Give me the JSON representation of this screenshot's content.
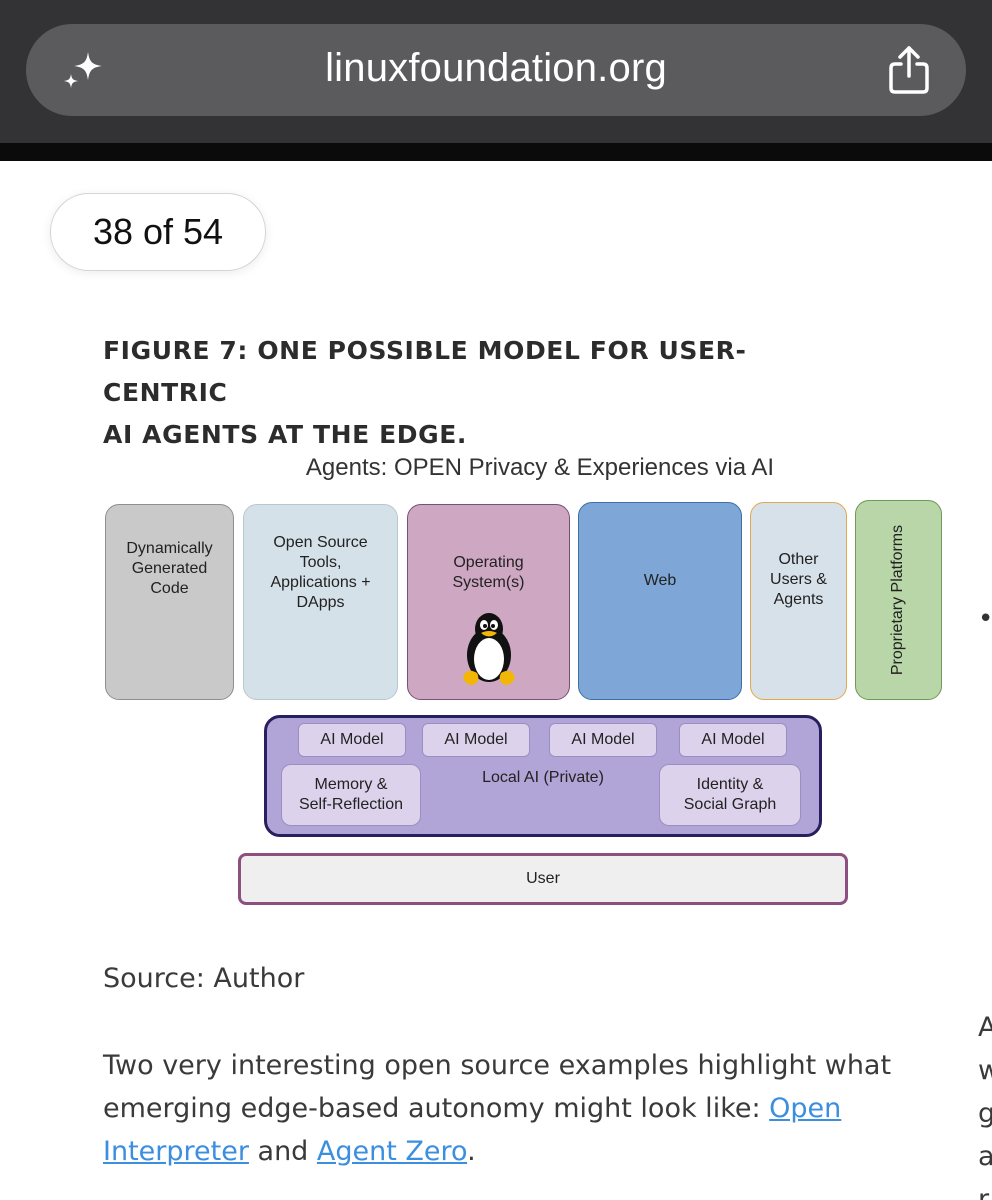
{
  "browser": {
    "url": "linuxfoundation.org",
    "left_icon": "sparkle-icon",
    "right_icon": "share-icon"
  },
  "pager": {
    "label": "38 of 54"
  },
  "figure": {
    "heading_line1": "FIGURE 7: ONE POSSIBLE MODEL FOR USER-CENTRIC",
    "heading_line2": "AI AGENTS AT THE EDGE.",
    "diagram": {
      "title": "Agents: OPEN Privacy & Experiences via AI",
      "top_boxes": {
        "code": "Dynamically\nGenerated\nCode",
        "oss": "Open Source\nTools,\nApplications +\nDApps",
        "os": "Operating\nSystem(s)",
        "web": "Web",
        "other": "Other\nUsers &\nAgents",
        "proprietary": "Proprietary Platforms"
      },
      "local_ai": {
        "label": "Local AI (Private)",
        "models": [
          "AI Model",
          "AI Model",
          "AI Model",
          "AI Model"
        ],
        "memory": "Memory &\nSelf-Reflection",
        "identity": "Identity &\nSocial Graph"
      },
      "user": "User"
    }
  },
  "source": "Source: Author",
  "paragraph": {
    "text_before": "Two very interesting open source examples highlight what emerging edge-based autonomy might look like: ",
    "link1": "Open Interpreter",
    "text_middle": " and ",
    "link2": "Agent Zero",
    "text_after": "."
  },
  "right_column_fragment": {
    "bullet": "•",
    "letters": [
      "A",
      "w",
      "g",
      "a",
      "r"
    ]
  }
}
